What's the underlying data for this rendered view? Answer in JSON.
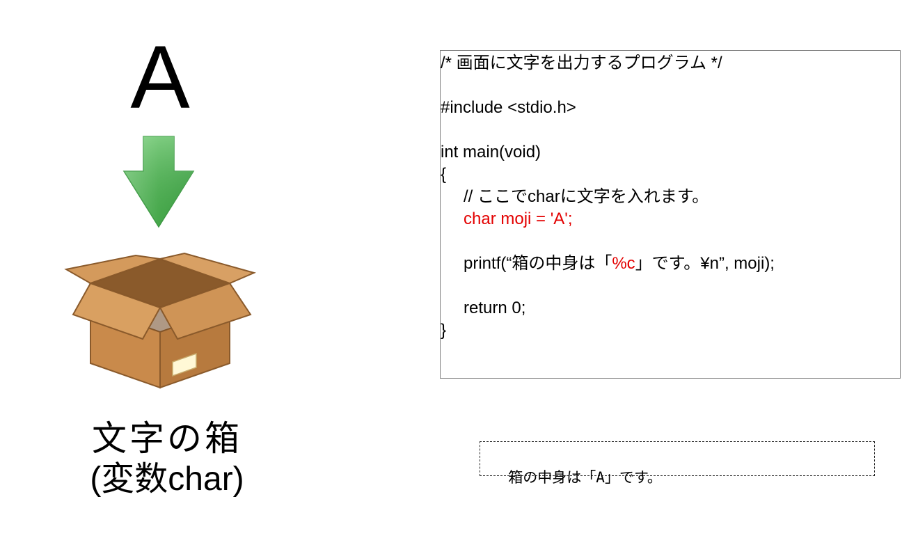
{
  "illustration": {
    "letter": "A",
    "arrow_icon": "down-arrow-icon",
    "box_icon": "cardboard-box-icon",
    "caption_line1": "文字の箱",
    "caption_line2": "(変数char)",
    "colors": {
      "arrow_light": "#8ad38c",
      "arrow_dark": "#3a9e41",
      "box_main": "#c98a4b",
      "box_dark": "#8a5a2b",
      "box_label": "#fff8d6"
    }
  },
  "code": {
    "lines": [
      {
        "text": "/* 画面に文字を出力するプログラム */"
      },
      {
        "text": ""
      },
      {
        "text": "#include <stdio.h>"
      },
      {
        "text": ""
      },
      {
        "text": "int main(void)"
      },
      {
        "text": "{"
      },
      {
        "text": "// ここでcharに文字を入れます。"
      },
      {
        "text": "char moji = 'A';"
      },
      {
        "text": ""
      },
      {
        "text_before": "printf(“箱の中身は「",
        "text_highlight": "%c",
        "text_after": "」です。¥n”, moji);"
      },
      {
        "text": ""
      },
      {
        "text": "return 0;"
      },
      {
        "text": "}"
      }
    ],
    "highlight_color": "#e30000"
  },
  "output": {
    "text": "箱の中身は「A」です。"
  }
}
